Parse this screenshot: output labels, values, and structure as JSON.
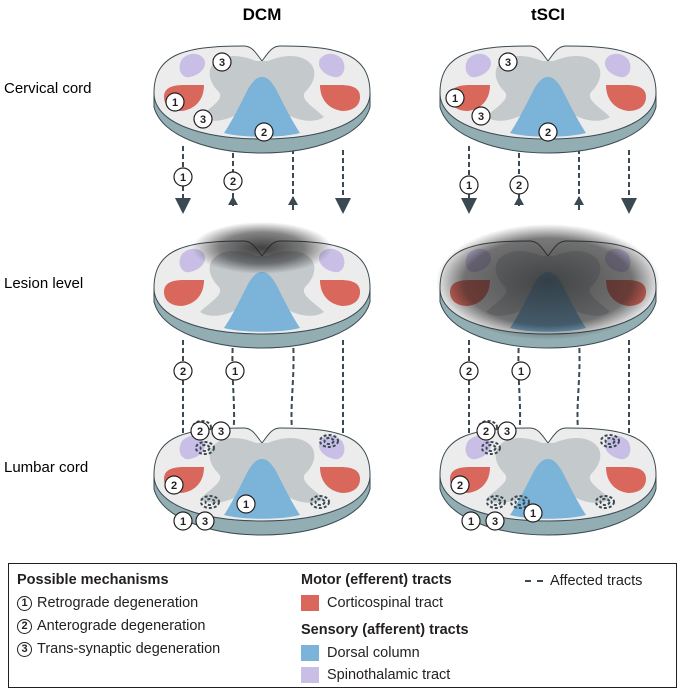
{
  "columns": [
    "DCM",
    "tSCI"
  ],
  "rows": [
    "Cervical cord",
    "Lesion level",
    "Lumbar cord"
  ],
  "colors": {
    "corticospinal": "#d9675b",
    "dorsal_column": "#7cb3d8",
    "spinothalamic": "#c9bfe6",
    "grey_matter": "#c4c9cc",
    "white_matter": "#ececec",
    "cord_side": "#93aeb2",
    "lesion_shadow": "#1f1f1f",
    "tract_line": "#3b4a52"
  },
  "markers": {
    "one": "1",
    "two": "2",
    "three": "3"
  },
  "legend": {
    "mechanisms_title": "Possible mechanisms",
    "mechanisms": [
      {
        "num": "1",
        "label": "Retrograde degeneration"
      },
      {
        "num": "2",
        "label": "Anterograde degeneration"
      },
      {
        "num": "3",
        "label": "Trans-synaptic degeneration"
      }
    ],
    "motor_title": "Motor (efferent) tracts",
    "corticospinal_label": "Corticospinal tract",
    "sensory_title": "Sensory (afferent) tracts",
    "dorsal_column_label": "Dorsal column",
    "spinothalamic_label": "Spinothalamic tract",
    "affected_label": "Affected tracts"
  }
}
